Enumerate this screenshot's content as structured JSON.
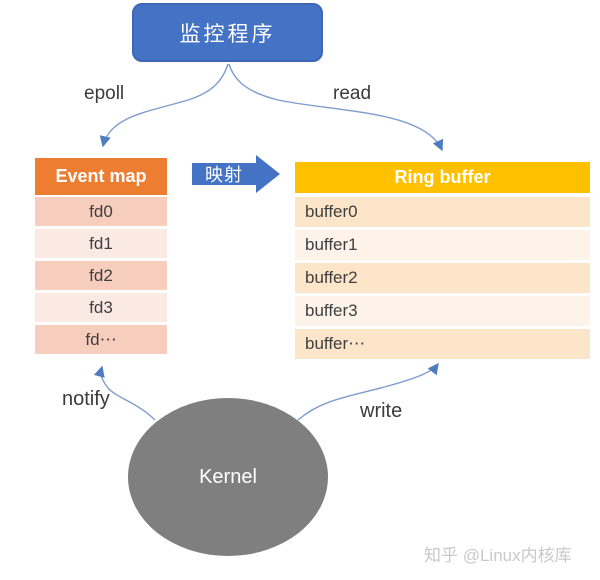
{
  "monitor_box": {
    "label": "监控程序"
  },
  "labels": {
    "epoll": "epoll",
    "read": "read",
    "notify": "notify",
    "write": "write"
  },
  "mapping_arrow": {
    "label": "映射"
  },
  "event_map": {
    "header": "Event map",
    "rows": [
      "fd0",
      "fd1",
      "fd2",
      "fd3",
      "fd⋯"
    ]
  },
  "ring_buffer": {
    "header": "Ring buffer",
    "rows": [
      "buffer0",
      "buffer1",
      "buffer2",
      "buffer3",
      "buffer⋯"
    ]
  },
  "kernel": {
    "label": "Kernel"
  },
  "watermark": "知乎 @Linux内核库",
  "colors": {
    "monitor_box_fill": "#4472C4",
    "mapping_arrow_fill": "#4472C4",
    "event_map_header_fill": "#ED7D31",
    "event_map_row_dark": "#F7CDBD",
    "event_map_row_light": "#FBE9E3",
    "ring_buffer_header_fill": "#FFC000",
    "ring_buffer_row_dark": "#FCE5C9",
    "ring_buffer_row_light": "#FDF3E9",
    "kernel_fill": "#7F7F7F",
    "arrow_stroke": "#7E9CCF",
    "arrowhead_fill": "#4D7CC0",
    "watermark_color": "#C9C9C9"
  }
}
